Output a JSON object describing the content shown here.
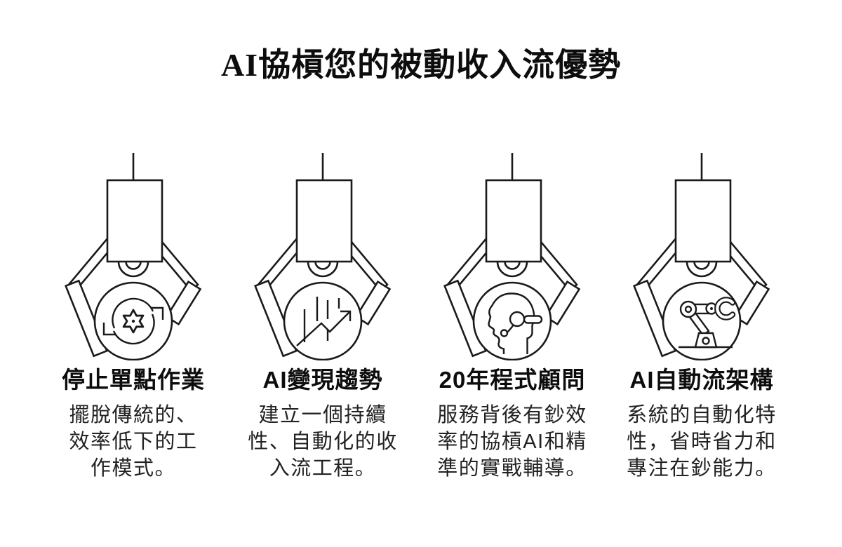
{
  "title": {
    "prefix": "AI",
    "rest": "協槓您的被動收入流優勢"
  },
  "columns": [
    {
      "icon": "sync-gear-icon",
      "heading": "停止單點作業",
      "body": "擺脫傳統的、效率低下的工作模式。",
      "body_lines": [
        "擺脫傳統的、",
        "效率低下的工",
        "作模式。"
      ]
    },
    {
      "icon": "trend-chart-icon",
      "heading": "AI變現趨勢",
      "body": "建立一個持續性、自動化的收入流工程。",
      "body_lines": [
        "建立一個持續",
        "性、自動化的收",
        "入流工程。"
      ]
    },
    {
      "icon": "headset-consultant-icon",
      "heading": "20年程式顧問",
      "body": "服務背後有鈔效率的協槓AI和精準的實戰輔導。",
      "body_lines": [
        "服務背後有鈔效",
        "率的協槓AI和精",
        "準的實戰輔導。"
      ]
    },
    {
      "icon": "robot-arm-icon",
      "heading": "AI自動流架構",
      "body": "系統的自動化特性，省時省力和專注在鈔能力。",
      "body_lines": [
        "系統的自動化特",
        "性，省時省力和",
        "專注在鈔能力。"
      ]
    }
  ],
  "colors": {
    "background": "#ffffff",
    "line_art_stroke": "#1a1a1a",
    "heading_text": "#0d0d0d",
    "body_text": "#222222"
  }
}
